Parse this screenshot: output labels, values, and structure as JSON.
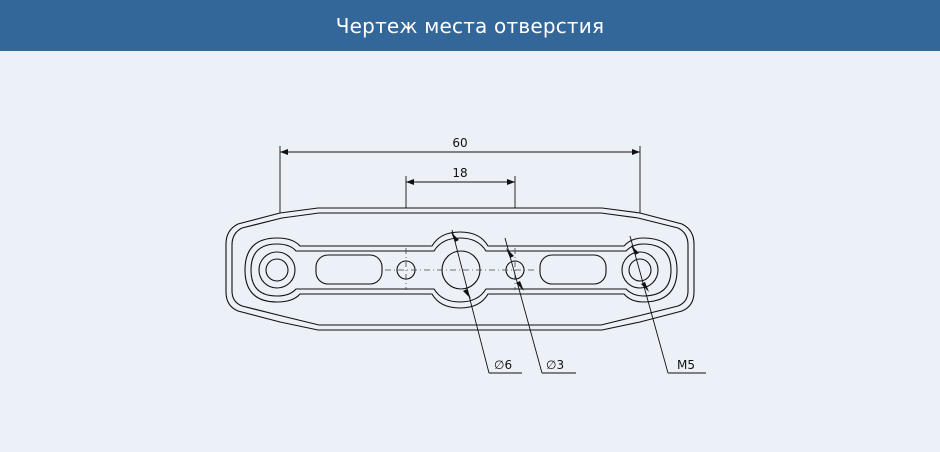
{
  "header": {
    "title": "Чертеж места отверстия"
  },
  "drawing": {
    "dimensions": {
      "overall_length": "60",
      "center_spacing": "18"
    },
    "callouts": {
      "large_hole": "∅6",
      "small_hole": "∅3",
      "thread": "M5"
    }
  },
  "colors": {
    "header_bg": "#336699",
    "page_bg": "#ecf0f7",
    "line": "#111111"
  }
}
